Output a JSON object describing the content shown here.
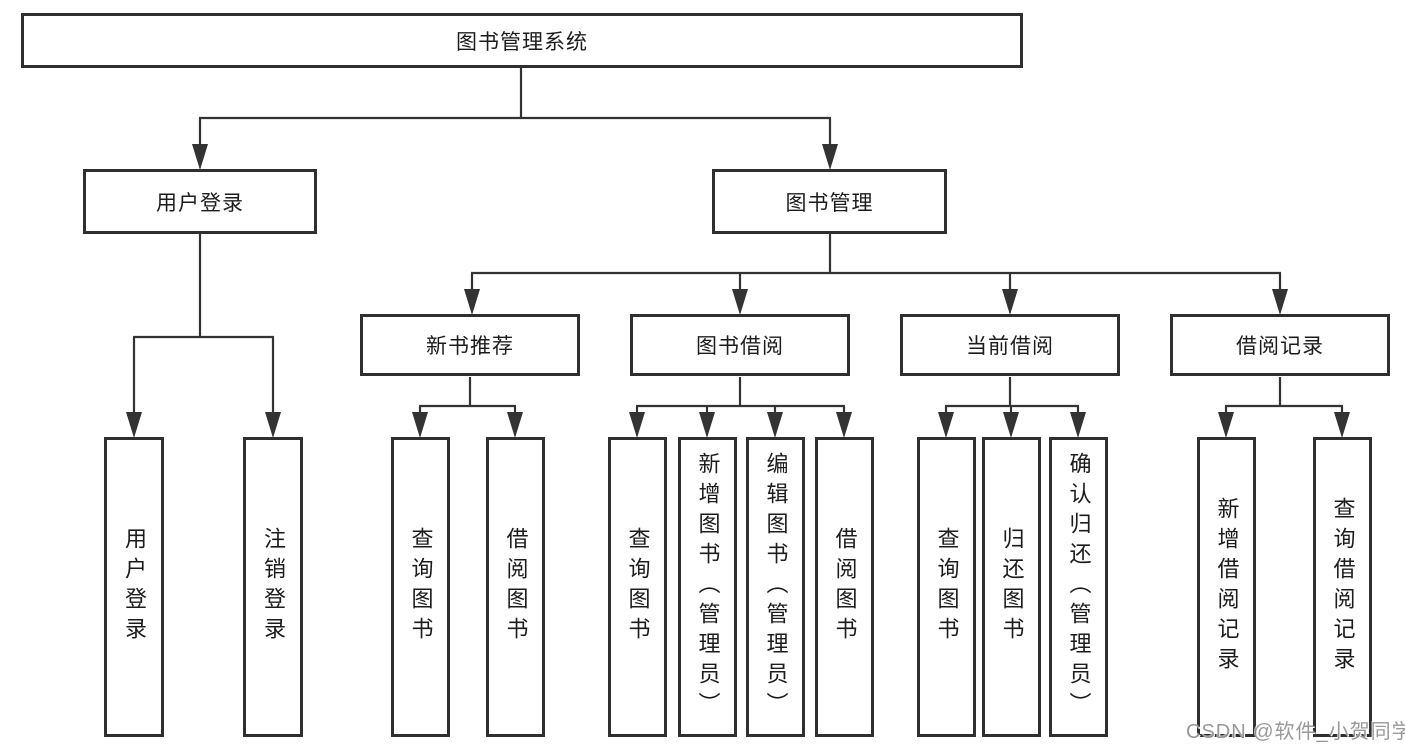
{
  "root_label": "图书管理系统",
  "level2": {
    "user_login": "用户登录",
    "book_mgmt": "图书管理"
  },
  "level3": {
    "new_book": "新书推荐",
    "borrow": "图书借阅",
    "current": "当前借阅",
    "records": "借阅记录"
  },
  "leaves": {
    "user_login": [
      "用户登录",
      "注销登录"
    ],
    "new_book": [
      "查询图书",
      "借阅图书"
    ],
    "borrow": [
      "查询图书",
      "新增图书（管理员）",
      "编辑图书（管理员）",
      "借阅图书"
    ],
    "current": [
      "查询图书",
      "归还图书",
      "确认归还（管理员）"
    ],
    "records": [
      "新增借阅记录",
      "查询借阅记录"
    ]
  },
  "watermark": "CSDN @软件_小贺同学",
  "colors": {
    "line": "#333333",
    "border": "#2f2f2f",
    "text": "#1c1c1c",
    "watermark": "#949494",
    "background": "#ffffff"
  }
}
